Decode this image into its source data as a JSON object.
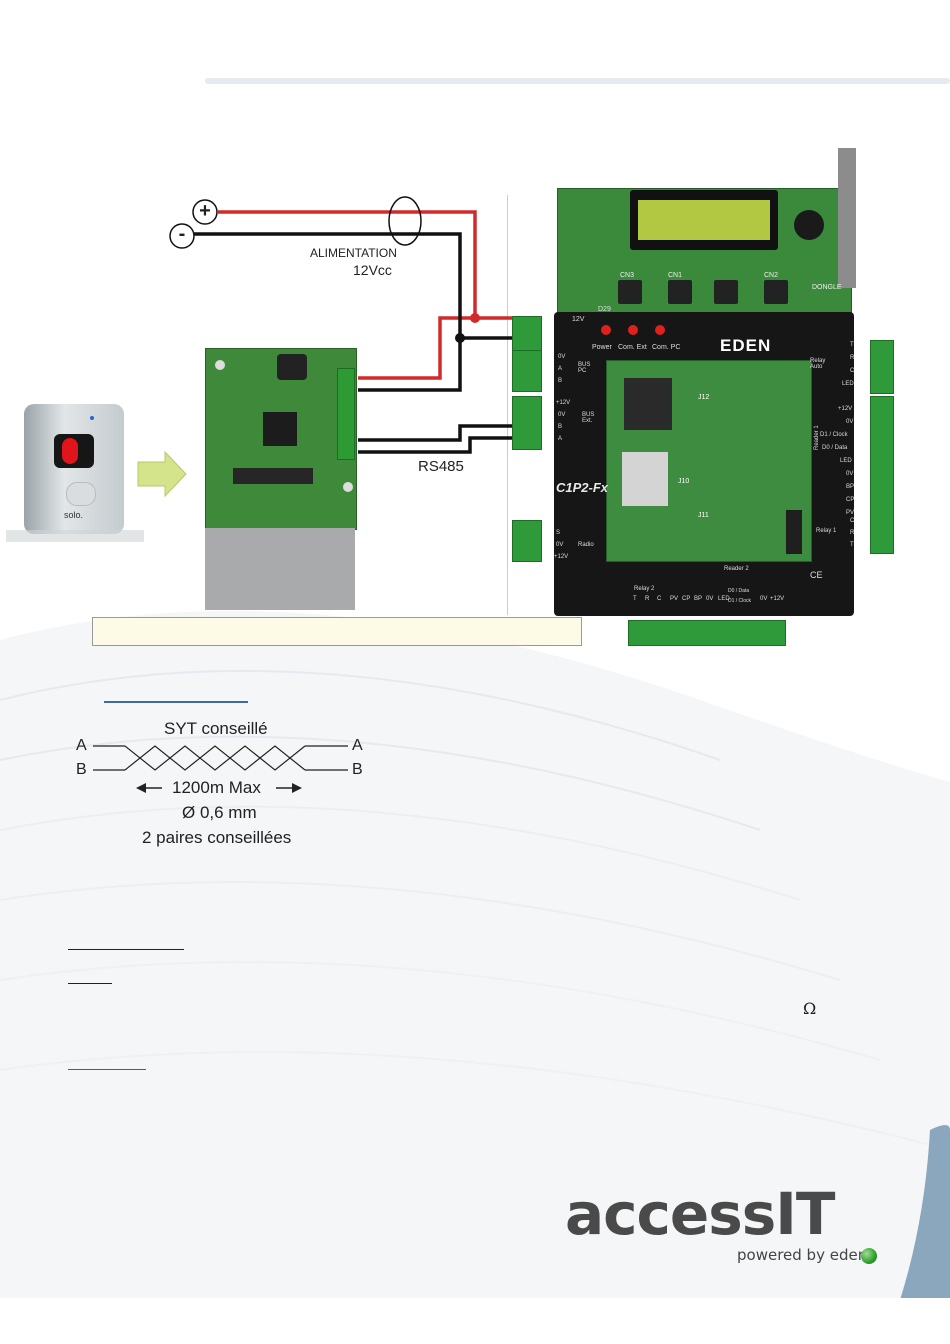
{
  "header": {
    "rule_color": "#dfe6ea"
  },
  "wiring": {
    "plus_symbol": "+",
    "minus_symbol": "-",
    "power_label": "ALIMENTATION",
    "power_voltage": "12Vcc",
    "bus_label": "RS485",
    "wire_colors": {
      "positive": "#d22a2a",
      "negative": "#111111"
    }
  },
  "reader": {
    "brand": "solo."
  },
  "board": {
    "brand": "EDEN",
    "model": "C1P2-Fx",
    "leds": [
      "Power",
      "Com. Ext",
      "Com. PC"
    ],
    "top_buttons": [
      "CN3",
      "CN1",
      "CN2"
    ],
    "dongle_label": "DONGLE",
    "psu_label": "12V",
    "left_groups": [
      {
        "name": "BUS PC",
        "pins": [
          "0V",
          "A",
          "B"
        ]
      },
      {
        "name": "BUS Ext.",
        "pins": [
          "+12V",
          "0V",
          "B",
          "A"
        ]
      },
      {
        "name": "Radio",
        "pins": [
          "S",
          "0V",
          "+12V"
        ]
      }
    ],
    "relay_auto": {
      "name": "Relay Auto",
      "pins": [
        "T",
        "R",
        "C",
        "LED"
      ]
    },
    "reader1": {
      "name": "Reader 1",
      "pins": [
        "+12V",
        "0V",
        "D1 / Clock",
        "D0 / Data",
        "LED",
        "0V",
        "BP",
        "CP",
        "PV"
      ]
    },
    "relay1": {
      "name": "Relay 1",
      "pins": [
        "C",
        "R",
        "T"
      ]
    },
    "relay2": {
      "name": "Relay 2",
      "pins": [
        "T",
        "R",
        "C"
      ]
    },
    "reader2": {
      "name": "Reader 2",
      "pins": [
        "PV",
        "CP",
        "BP",
        "0V",
        "LED",
        "D0 / Data",
        "D1 / Clock",
        "0V",
        "+12V"
      ]
    },
    "chip_labels": [
      "J12",
      "J11",
      "J10",
      "D29"
    ]
  },
  "cable": {
    "title": "SYT conseillé",
    "end_a": "A",
    "end_b": "B",
    "length": "1200m Max",
    "diameter": "Ø 0,6 mm",
    "pairs": "2 paires conseillées"
  },
  "misc": {
    "ohm": "Ω"
  },
  "logo": {
    "name": "accessIT",
    "tagline": "powered by eden",
    "accent": "#2e9e2e"
  }
}
